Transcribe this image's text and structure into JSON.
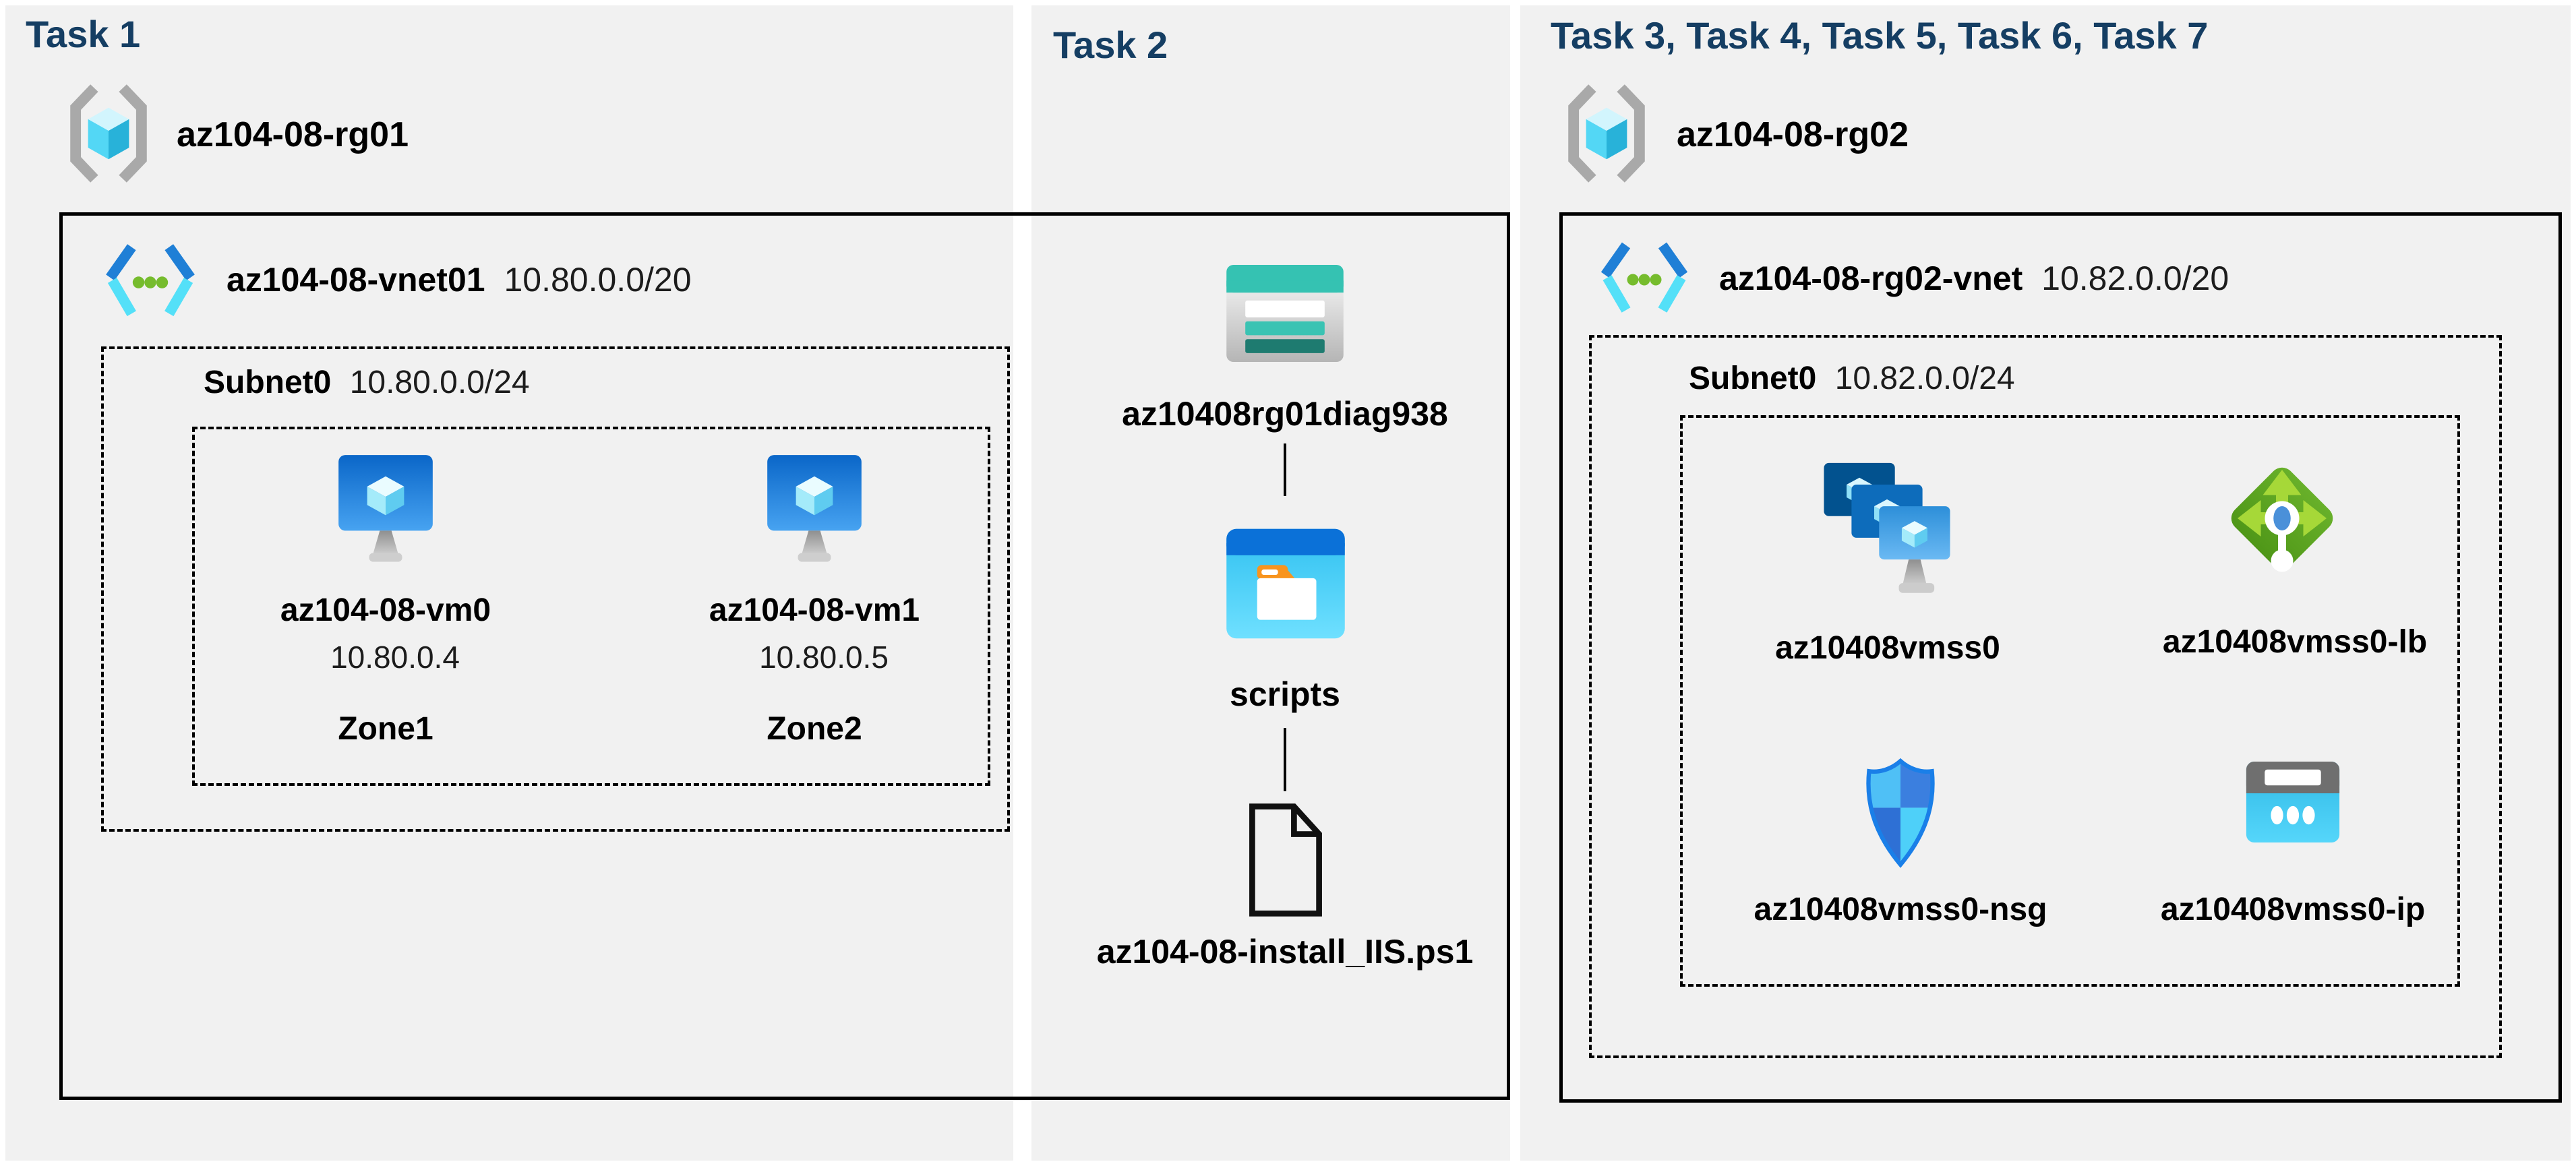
{
  "colors": {
    "title_accent": "#153e63",
    "panel_bg": "#f1f1f1",
    "outline": "#000000",
    "vnet_blue": "#1f7fd6",
    "vnet_cyan": "#54e0f8",
    "dot_green": "#76bc2d",
    "lb_green": "#5ba021",
    "storage_teal": "#35c2b2",
    "folder_orange": "#f8941e"
  },
  "task1": {
    "title": "Task 1",
    "resource_group": "az104-08-rg01",
    "vnet_name": "az104-08-vnet01",
    "vnet_cidr": "10.80.0.0/20",
    "subnet_name": "Subnet0",
    "subnet_cidr": "10.80.0.0/24",
    "vms": [
      {
        "name": "az104-08-vm0",
        "ip": "10.80.0.4",
        "zone": "Zone1"
      },
      {
        "name": "az104-08-vm1",
        "ip": "10.80.0.5",
        "zone": "Zone2"
      }
    ]
  },
  "task2": {
    "title": "Task 2",
    "storage_account": "az10408rg01diag938",
    "container": "scripts",
    "script_file": "az104-08-install_IIS.ps1"
  },
  "task37": {
    "title": "Task 3, Task 4, Task 5, Task 6, Task 7",
    "resource_group": "az104-08-rg02",
    "vnet_name": "az104-08-rg02-vnet",
    "vnet_cidr": "10.82.0.0/20",
    "subnet_name": "Subnet0",
    "subnet_cidr": "10.82.0.0/24",
    "vm_scale_set": "az10408vmss0",
    "load_balancer": "az10408vmss0-lb",
    "nsg": "az10408vmss0-nsg",
    "public_ip": "az10408vmss0-ip"
  }
}
